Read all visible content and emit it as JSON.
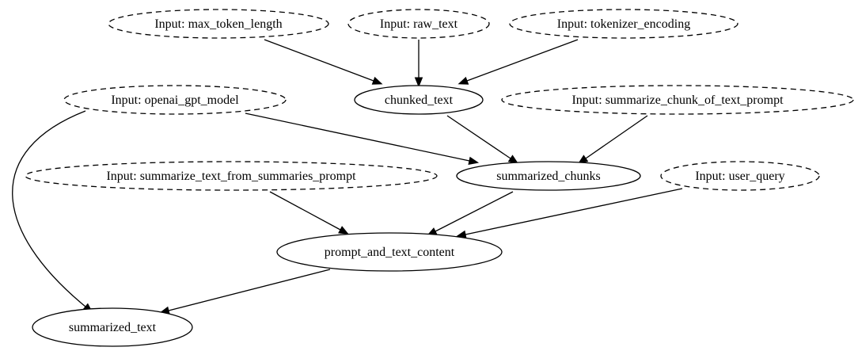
{
  "diagram": {
    "type": "directed-graph",
    "nodes": [
      {
        "id": "max_token_length",
        "label": "Input: max_token_length",
        "kind": "input"
      },
      {
        "id": "raw_text",
        "label": "Input: raw_text",
        "kind": "input"
      },
      {
        "id": "tokenizer_encoding",
        "label": "Input: tokenizer_encoding",
        "kind": "input"
      },
      {
        "id": "openai_gpt_model",
        "label": "Input: openai_gpt_model",
        "kind": "input"
      },
      {
        "id": "chunked_text",
        "label": "chunked_text",
        "kind": "function"
      },
      {
        "id": "summarize_chunk_of_text_prompt",
        "label": "Input: summarize_chunk_of_text_prompt",
        "kind": "input"
      },
      {
        "id": "summarize_text_from_summaries_prompt",
        "label": "Input: summarize_text_from_summaries_prompt",
        "kind": "input"
      },
      {
        "id": "summarized_chunks",
        "label": "summarized_chunks",
        "kind": "function"
      },
      {
        "id": "user_query",
        "label": "Input: user_query",
        "kind": "input"
      },
      {
        "id": "prompt_and_text_content",
        "label": "prompt_and_text_content",
        "kind": "function"
      },
      {
        "id": "summarized_text",
        "label": "summarized_text",
        "kind": "function"
      }
    ],
    "edges": [
      {
        "from": "max_token_length",
        "to": "chunked_text"
      },
      {
        "from": "raw_text",
        "to": "chunked_text"
      },
      {
        "from": "tokenizer_encoding",
        "to": "chunked_text"
      },
      {
        "from": "openai_gpt_model",
        "to": "summarized_chunks"
      },
      {
        "from": "openai_gpt_model",
        "to": "summarized_text"
      },
      {
        "from": "chunked_text",
        "to": "summarized_chunks"
      },
      {
        "from": "summarize_chunk_of_text_prompt",
        "to": "summarized_chunks"
      },
      {
        "from": "summarize_text_from_summaries_prompt",
        "to": "prompt_and_text_content"
      },
      {
        "from": "summarized_chunks",
        "to": "prompt_and_text_content"
      },
      {
        "from": "user_query",
        "to": "prompt_and_text_content"
      },
      {
        "from": "prompt_and_text_content",
        "to": "summarized_text"
      }
    ]
  }
}
